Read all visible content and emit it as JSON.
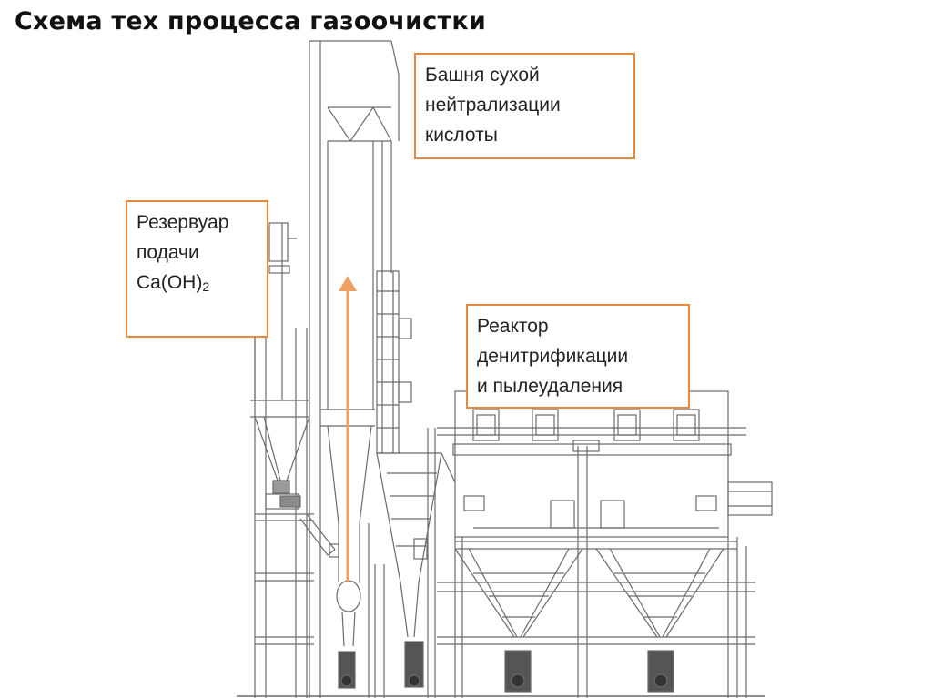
{
  "title": "Схема тех процесса газоочистки",
  "labels": {
    "tower": {
      "lines": [
        "Башня сухой",
        "нейтрализации",
        "кислоты"
      ]
    },
    "tank": {
      "line1": "Резервуар",
      "line2": "подачи",
      "line3_main": "Ca(OH)",
      "line3_sub": "2"
    },
    "reactor": {
      "lines": [
        "Реактор",
        "денитрификации",
        "и пылеудаления"
      ]
    }
  },
  "colors": {
    "accent": "#e58a3c",
    "line": "#6b6b6b",
    "text": "#222222"
  },
  "icons": {
    "flow_arrow": "flow-direction-arrow"
  }
}
